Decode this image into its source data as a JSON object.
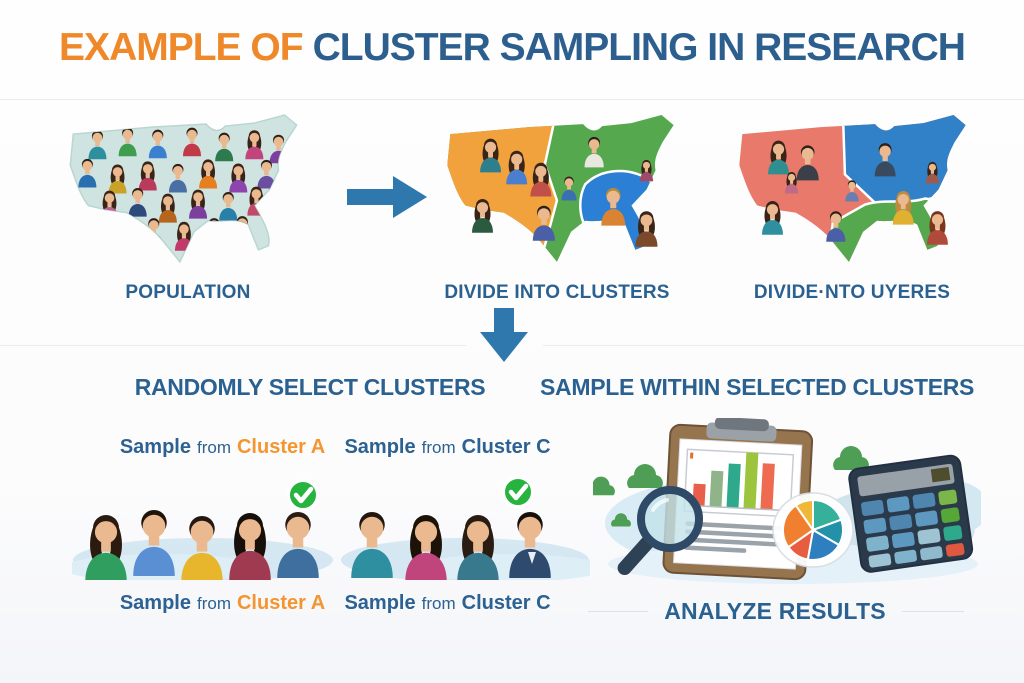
{
  "title": {
    "prefix": "EXAMPLE OF",
    "main": "CLUSTER SAMPLING IN RESEARCH"
  },
  "maps": {
    "population": {
      "label": "POPULATION"
    },
    "divide": {
      "label": "DIVIDE INTO CLUSTERS"
    },
    "divide_alt": {
      "label": "DIVIDE·NTO UYERES"
    }
  },
  "selection": {
    "left_heading": "RANDOMLY SELECT CLUSTERS",
    "right_heading": "SAMPLE WITHIN SELECTED CLUSTERS",
    "cluster_a": {
      "sample": "Sample",
      "from": "from",
      "cluster": "Cluster A"
    },
    "cluster_c": {
      "sample": "Sample",
      "from": "from",
      "cluster": "Cluster C"
    }
  },
  "analysis": {
    "label": "ANALYZE RESULTS"
  },
  "colors": {
    "title_accent": "#EF8829",
    "title_main": "#2C5F8E",
    "heading_blue": "#2B6191",
    "cluster_a_accent": "#F5952F",
    "arrow_blue": "#2E78AD",
    "check_green": "#27B43E",
    "map_population_fill": "#CFE4E1",
    "map_divide": {
      "west": "#F2A23C",
      "north_south_central": "#55A84E",
      "southeast": "#2B7FD4"
    },
    "map_divide_alt": {
      "west": "#E8796B",
      "north": "#3081C8",
      "south": "#55A84E"
    },
    "chart_bars": [
      "#E8604C",
      "#8FB48A",
      "#2FA98C",
      "#9CC43C",
      "#EE6A50"
    ]
  }
}
